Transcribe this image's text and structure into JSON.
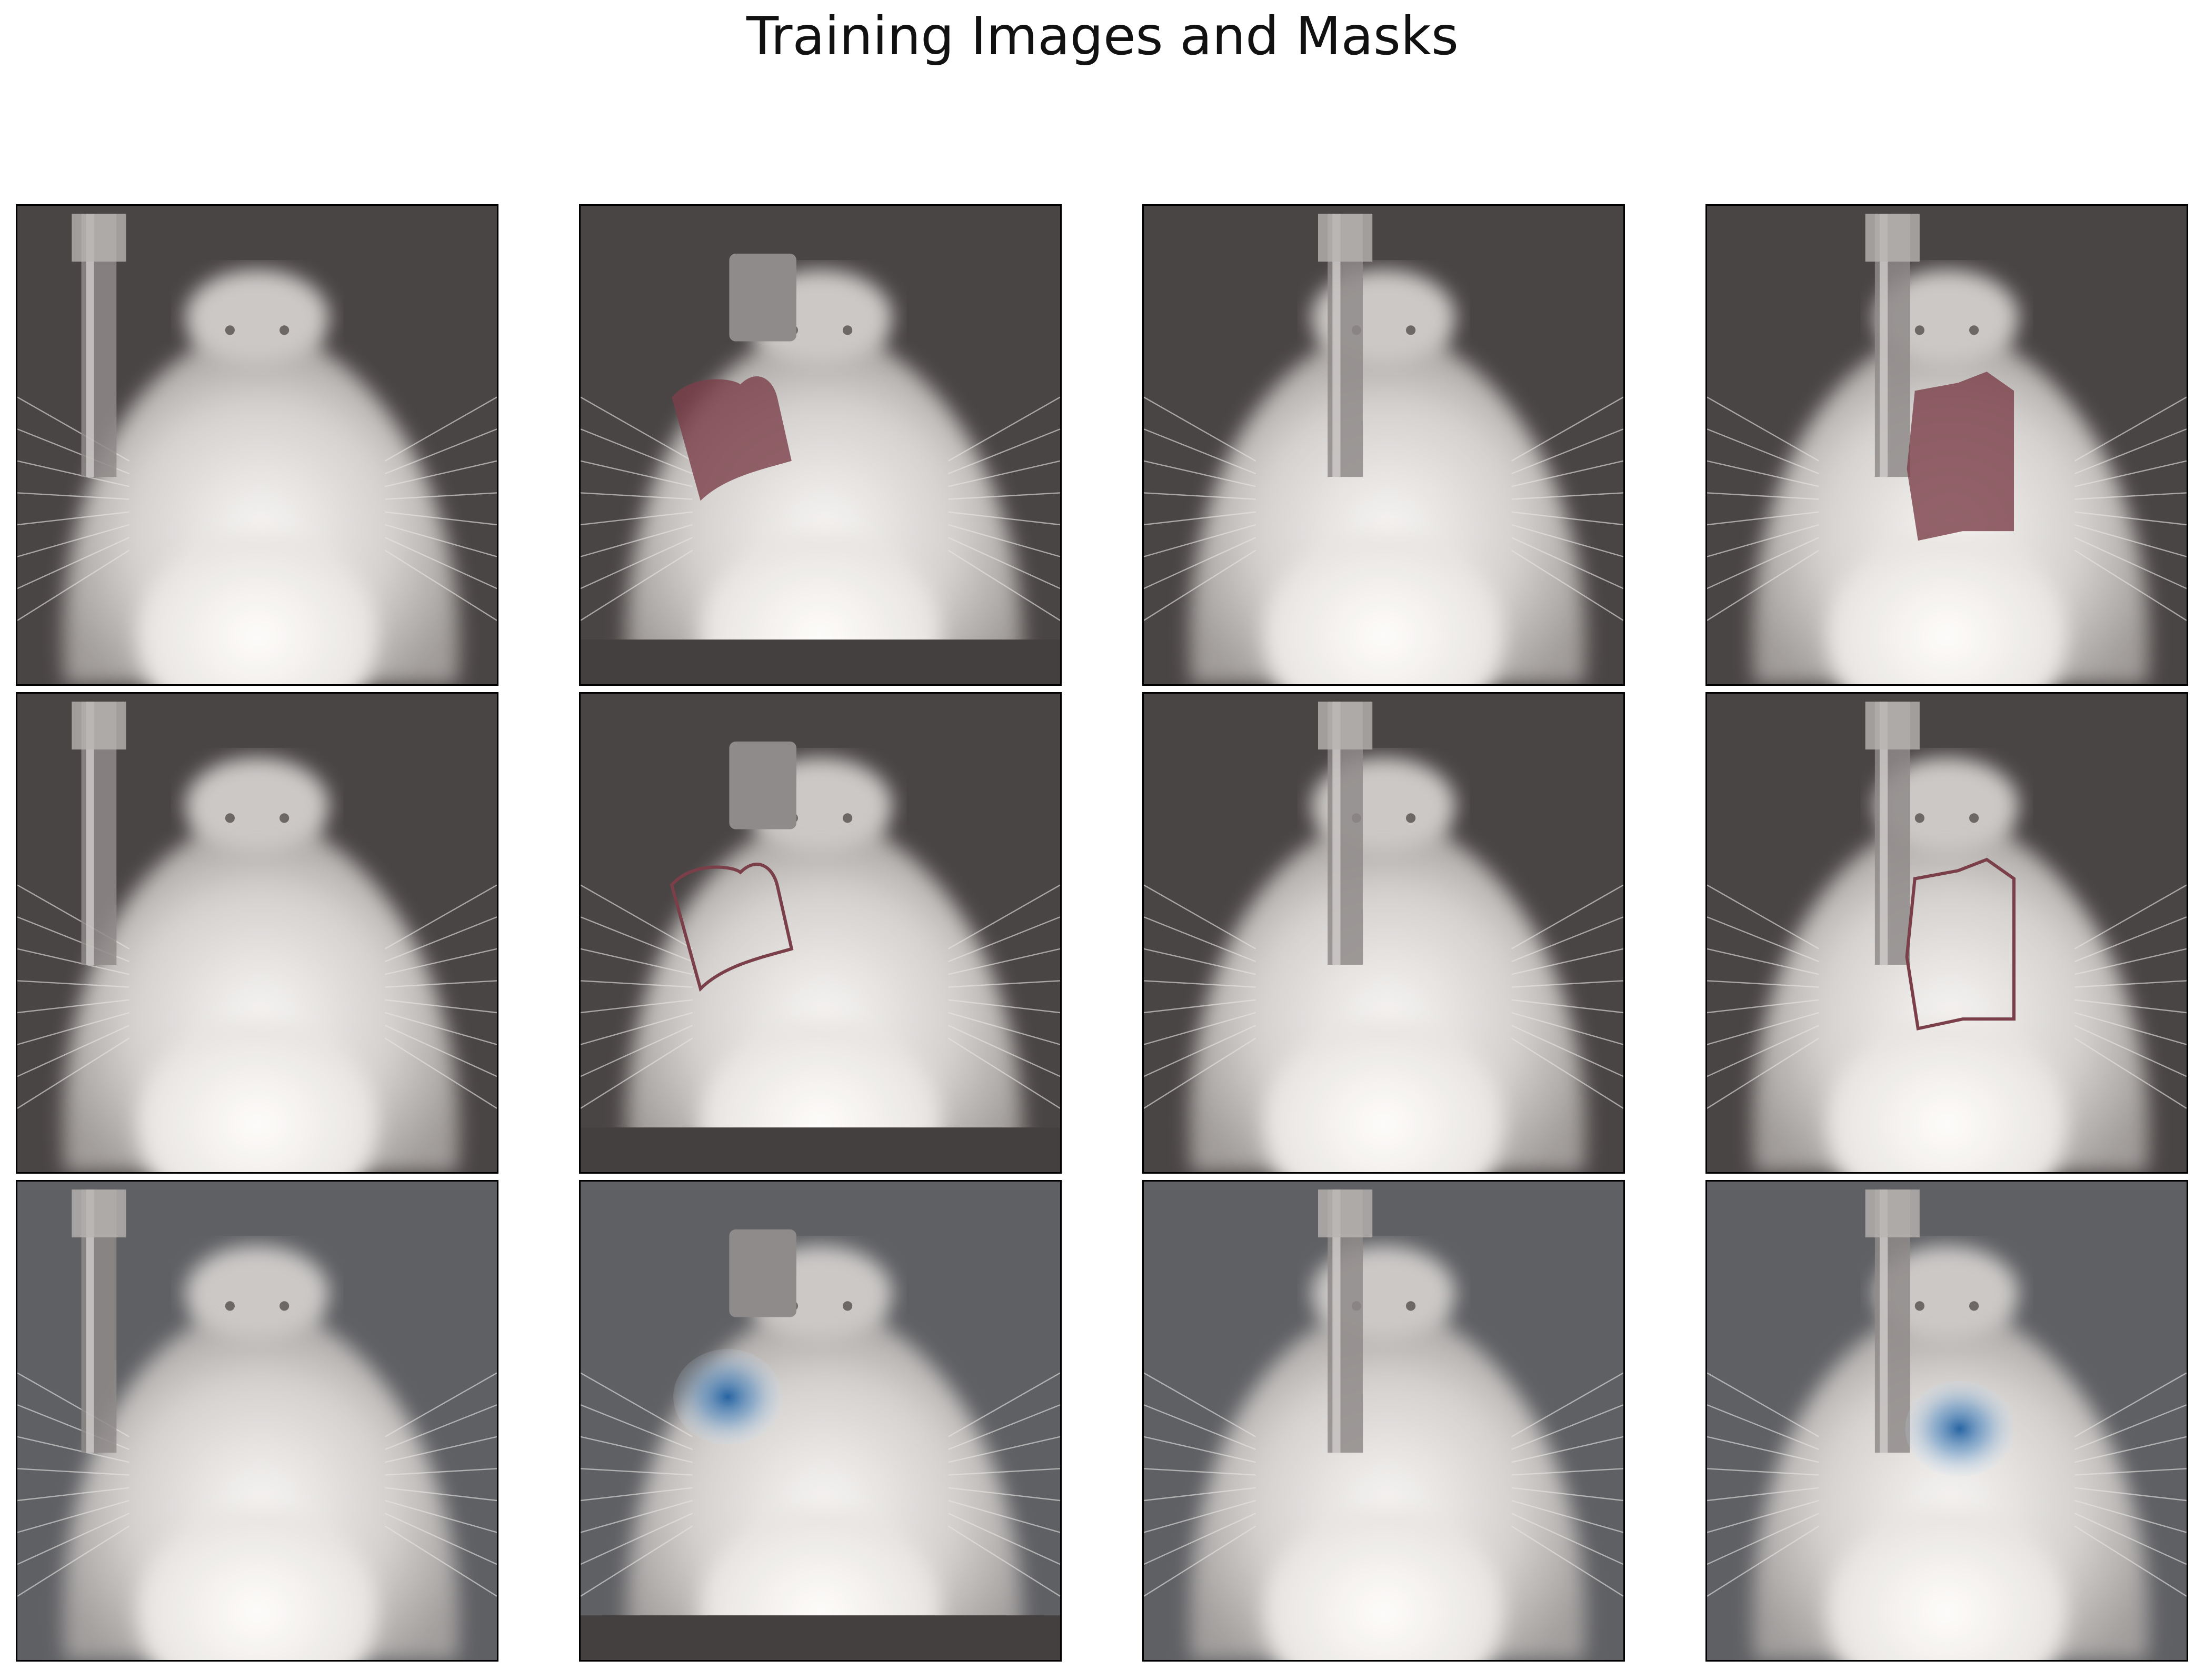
{
  "figure": {
    "title": "Training Images and Masks"
  },
  "colors": {
    "background_dark": "#4a4545",
    "background_gray": "#5f6064",
    "fur": "#d9d7d6",
    "fur_bright": "#faf8f6",
    "mask_fill": "#7a3f48",
    "mask_outline": "#7a3f48",
    "heatmap": "#1f5fa0"
  },
  "rows": [
    {
      "row": "images-with-filled-masks",
      "overlay": "filled-mask"
    },
    {
      "row": "images-with-mask-outlines",
      "overlay": "mask-outline"
    },
    {
      "row": "images-with-heatmaps",
      "overlay": "heatmap"
    }
  ],
  "columns": [
    {
      "column": 1,
      "view": "rat-head-with-tube",
      "has_mask": false
    },
    {
      "column": 2,
      "view": "rat-with-rod-and-floor",
      "has_mask": true
    },
    {
      "column": 3,
      "view": "rat-head-dark-tube",
      "has_mask": false
    },
    {
      "column": 4,
      "view": "rat-with-tube-and-mask",
      "has_mask": true
    }
  ]
}
